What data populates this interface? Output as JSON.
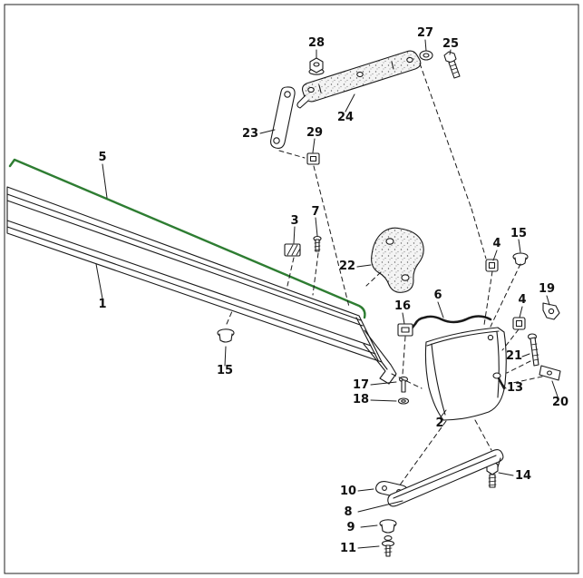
{
  "diagram": {
    "type": "exploded-parts-diagram",
    "description": "Exploded technical illustration of a door sill / rocker panel assembly with trim strip, stone guard, brackets and fasteners",
    "colors": {
      "background": "#ffffff",
      "line": "#1a1a1a",
      "trim_strip_green": "#2e7d32"
    },
    "callouts": [
      {
        "part": "28"
      },
      {
        "part": "27"
      },
      {
        "part": "25"
      },
      {
        "part": "24"
      },
      {
        "part": "23"
      },
      {
        "part": "29"
      },
      {
        "part": "5"
      },
      {
        "part": "3"
      },
      {
        "part": "7"
      },
      {
        "part": "22"
      },
      {
        "part": "15"
      },
      {
        "part": "4"
      },
      {
        "part": "19"
      },
      {
        "part": "4"
      },
      {
        "part": "6"
      },
      {
        "part": "16"
      },
      {
        "part": "1"
      },
      {
        "part": "21"
      },
      {
        "part": "13"
      },
      {
        "part": "20"
      },
      {
        "part": "15"
      },
      {
        "part": "17"
      },
      {
        "part": "18"
      },
      {
        "part": "2"
      },
      {
        "part": "10"
      },
      {
        "part": "8"
      },
      {
        "part": "9"
      },
      {
        "part": "11"
      },
      {
        "part": "14"
      }
    ]
  }
}
